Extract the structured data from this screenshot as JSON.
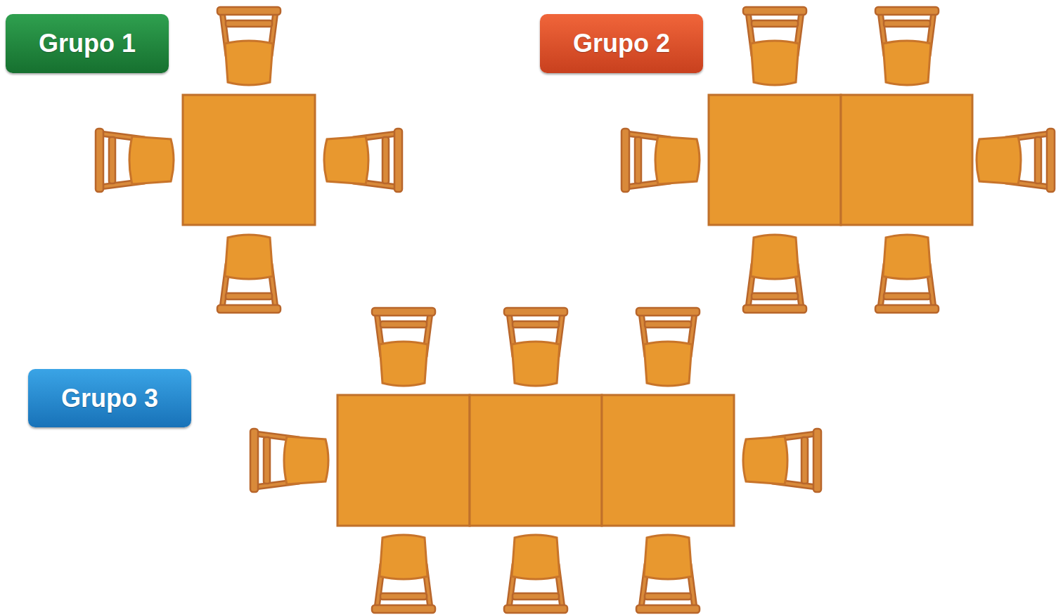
{
  "diagram": {
    "nodes": [
      {
        "text": [
          "Grupo 1"
        ]
      },
      {
        "text": [
          "Grupo 2"
        ]
      },
      {
        "text": [
          "Grupo 3"
        ]
      }
    ]
  }
}
